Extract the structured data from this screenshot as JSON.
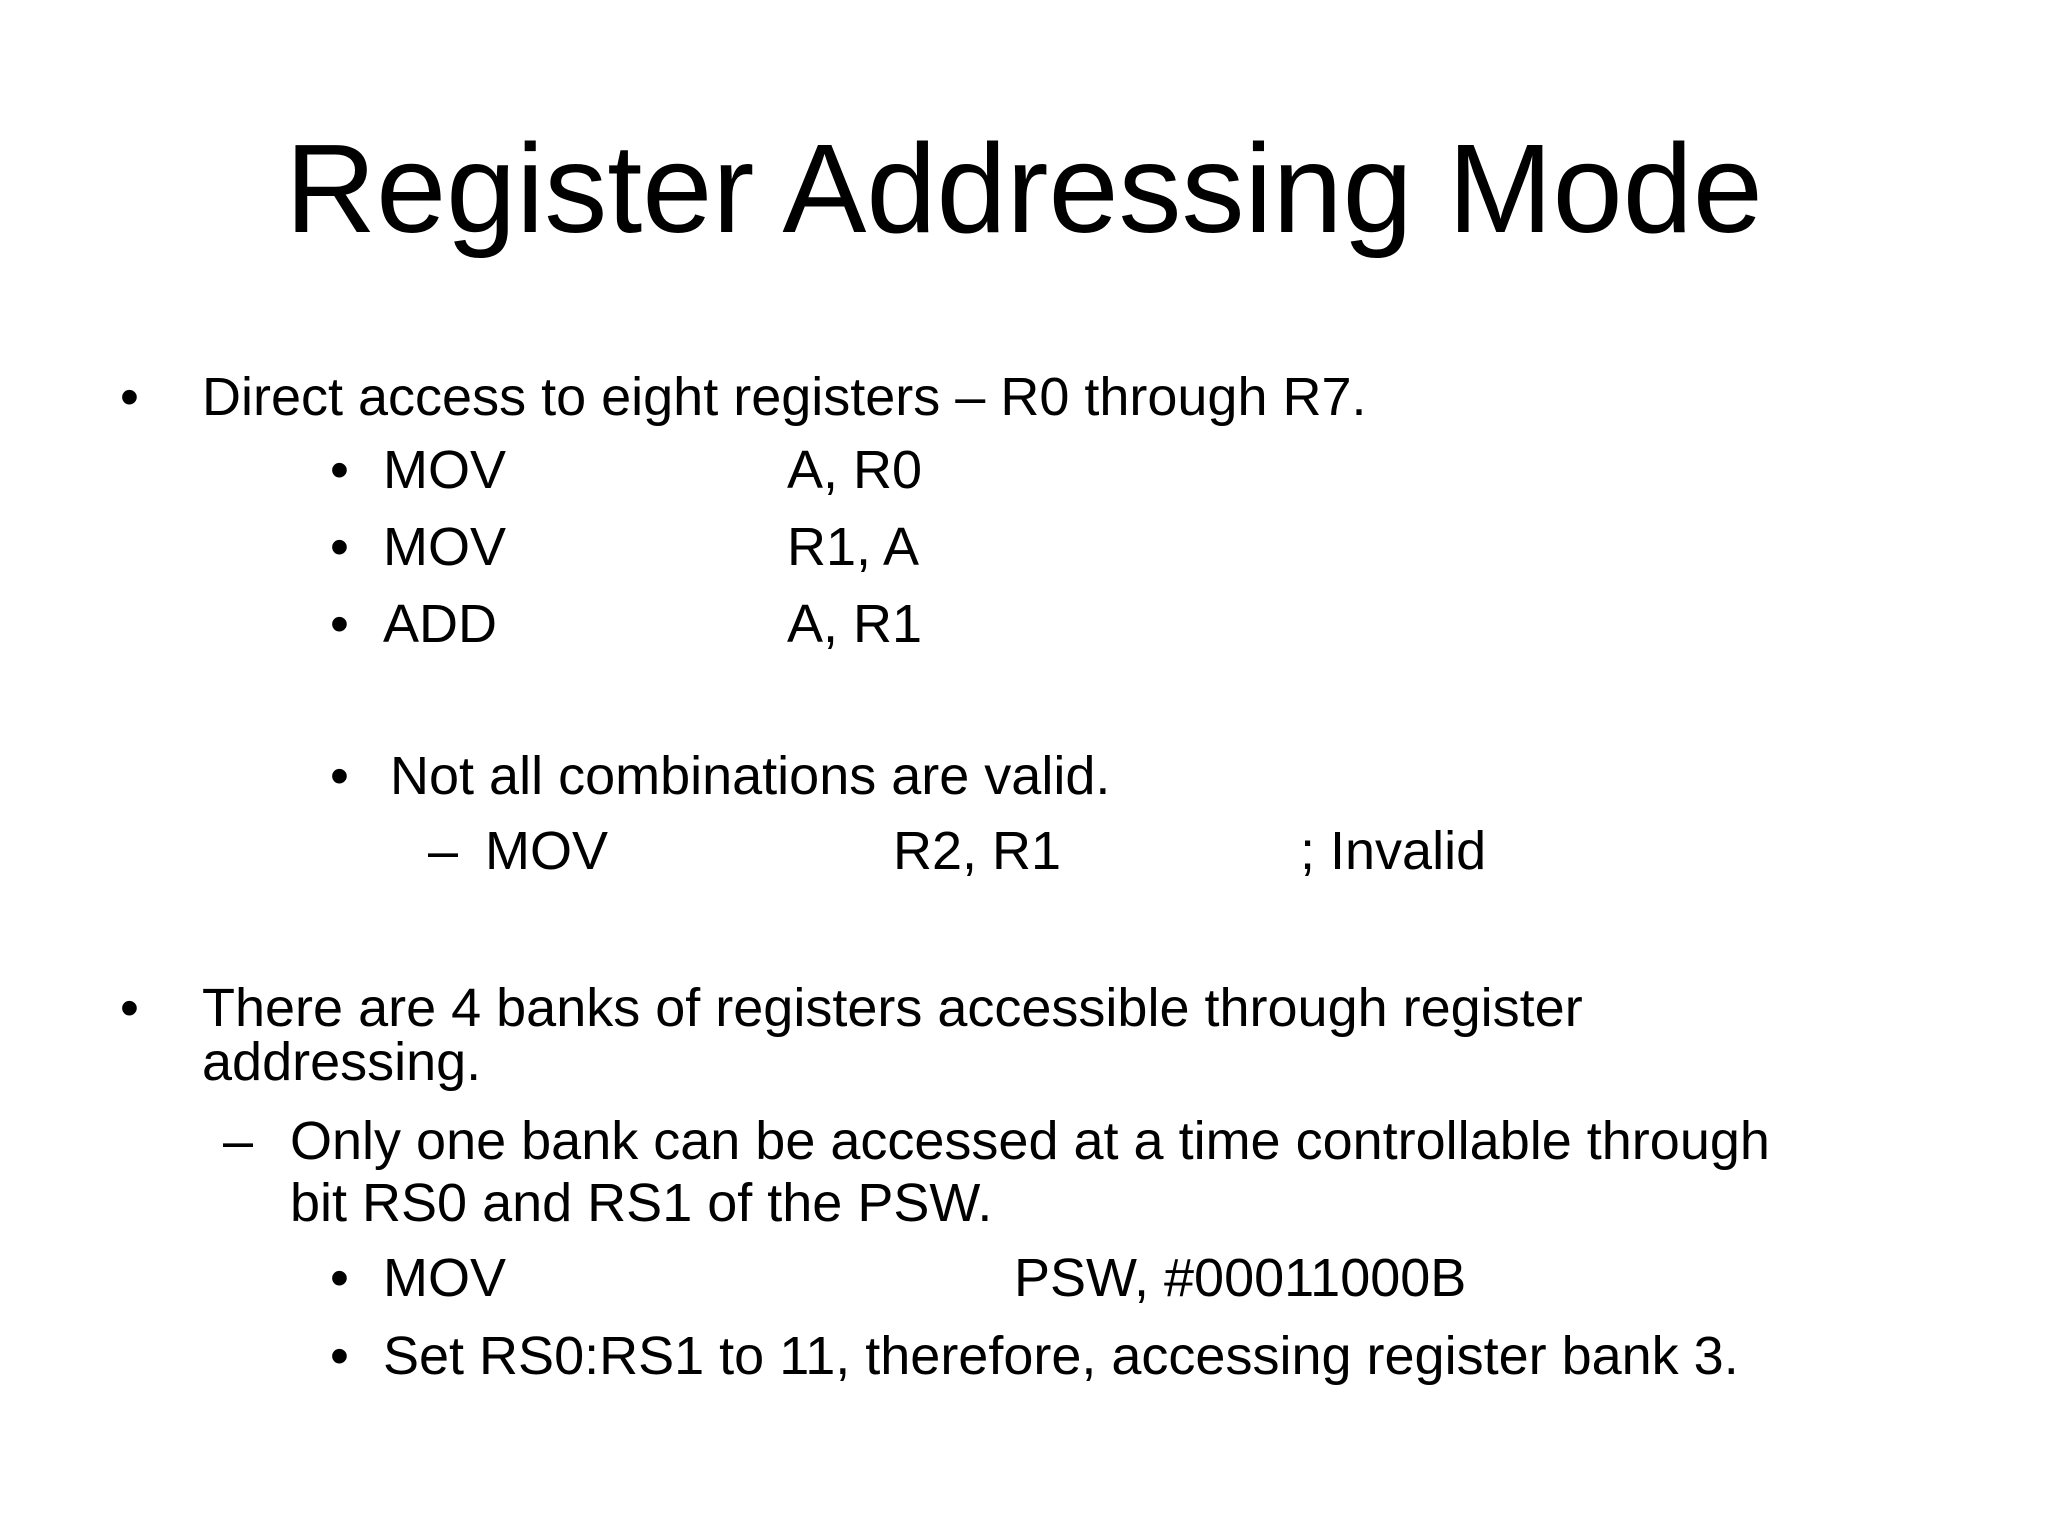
{
  "slide": {
    "title": "Register Addressing Mode",
    "colors": {
      "background": "#ffffff",
      "text": "#000000"
    },
    "lines": [
      {
        "marker": "•",
        "text": "Direct access to eight registers – R0 through R7."
      },
      {
        "marker": "•",
        "text": "MOV",
        "operand": "A, R0"
      },
      {
        "marker": "•",
        "text": "MOV",
        "operand": "R1, A"
      },
      {
        "marker": "•",
        "text": "ADD",
        "operand": "A, R1"
      },
      {
        "marker": "•",
        "text": "Not all combinations are valid."
      },
      {
        "marker": "–",
        "text": "MOV",
        "operand": "R2, R1",
        "comment": "; Invalid"
      },
      {
        "marker": "•",
        "text": "There are 4 banks of registers accessible through register"
      },
      {
        "text": "addressing."
      },
      {
        "marker": "–",
        "text": "Only one bank can be accessed at a time controllable through"
      },
      {
        "text": "bit RS0 and RS1 of the PSW."
      },
      {
        "marker": "•",
        "text": "MOV",
        "operand": "PSW, #00011000B"
      },
      {
        "marker": "•",
        "text": "Set RS0:RS1 to 11, therefore, accessing register bank 3."
      }
    ]
  }
}
